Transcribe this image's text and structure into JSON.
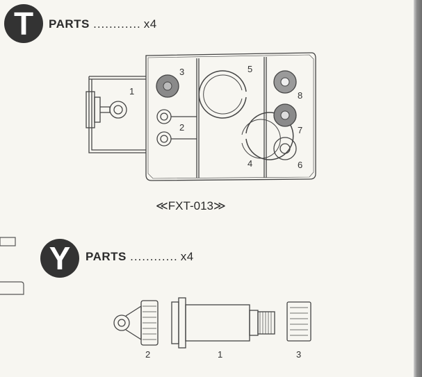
{
  "sections": [
    {
      "letter": "T",
      "label": "PARTS",
      "dots": "............",
      "qty": "x4"
    },
    {
      "letter": "Y",
      "label": "PARTS",
      "dots": "............",
      "qty": "x4"
    }
  ],
  "t_parts": {
    "sprue_label": "≪FXT-013≫",
    "part_numbers": [
      "1",
      "2",
      "3",
      "4",
      "5",
      "6",
      "7",
      "8"
    ]
  },
  "y_parts": {
    "part_numbers": [
      "2",
      "1",
      "3"
    ]
  }
}
